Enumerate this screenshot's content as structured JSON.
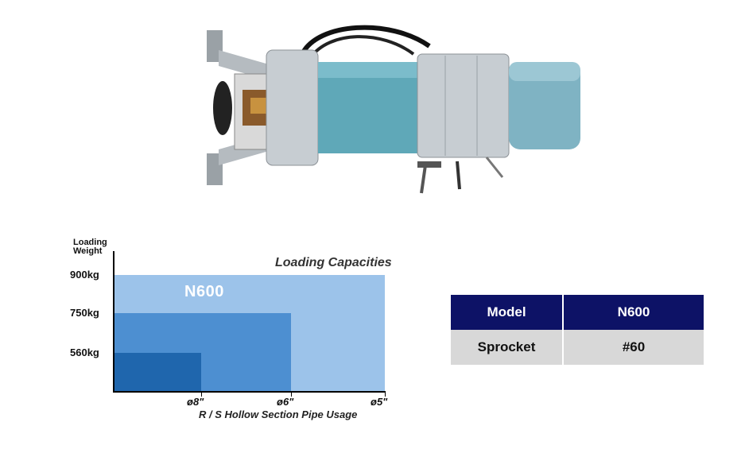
{
  "photo": {
    "subject_icon": "motor-icon",
    "colors": {
      "body": "#5fa8b8",
      "housing": "#c7cdd2",
      "cable": "#111111"
    }
  },
  "chart_data": {
    "type": "bar",
    "title": "Loading Capacities",
    "ylabel": "Loading Weight",
    "xlabel": "R / S Hollow Section Pipe Usage",
    "series_label": "N600",
    "ytick_labels": [
      "900kg",
      "750kg",
      "560kg"
    ],
    "xtick_labels": [
      "ø8\"",
      "ø6\"",
      "ø5\""
    ],
    "categories": [
      "ø8\"",
      "ø6\"",
      "ø5\""
    ],
    "values": [
      560,
      750,
      900
    ],
    "colors": [
      "#1f66ad",
      "#4d8fd1",
      "#9cc3ea"
    ],
    "grid": false
  },
  "spec_table": {
    "header": {
      "label": "Model",
      "value": "N600"
    },
    "rows": [
      {
        "label": "Sprocket",
        "value": "#60"
      }
    ],
    "colors": {
      "header_bg": "#0d1266",
      "row_bg": "#d8d8d8"
    }
  }
}
